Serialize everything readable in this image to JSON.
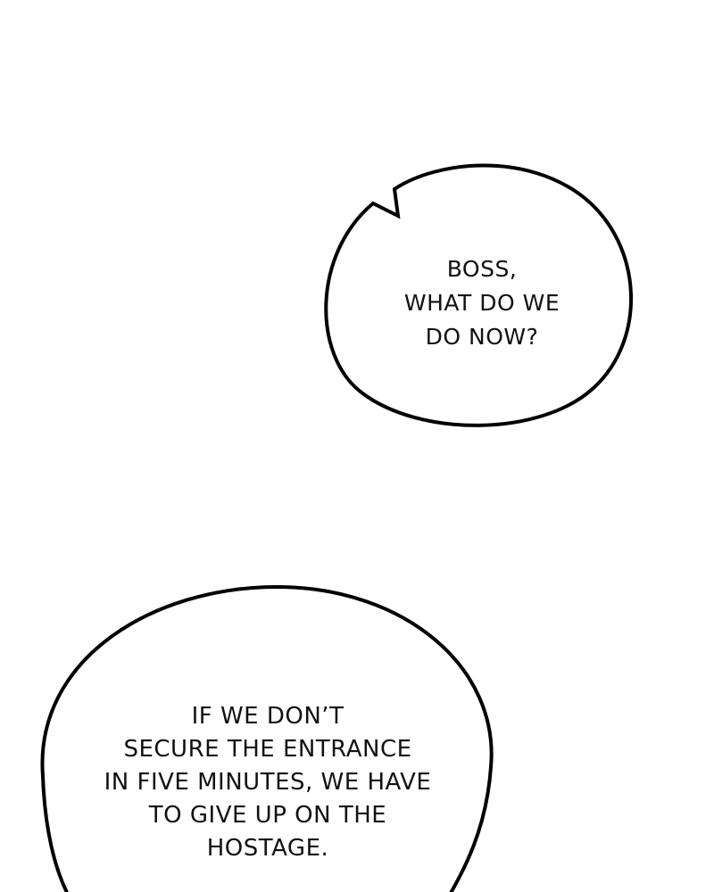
{
  "panel": {
    "background_color": "#ffffff",
    "ink_color": "#111111"
  },
  "bubbles": [
    {
      "lines": [
        "BOSS,",
        "WHAT DO WE",
        "DO NOW?"
      ]
    },
    {
      "lines": [
        "IF WE DON’T",
        "SECURE THE ENTRANCE",
        "IN FIVE MINUTES, WE HAVE",
        "TO GIVE UP ON THE",
        "HOSTAGE."
      ]
    }
  ]
}
